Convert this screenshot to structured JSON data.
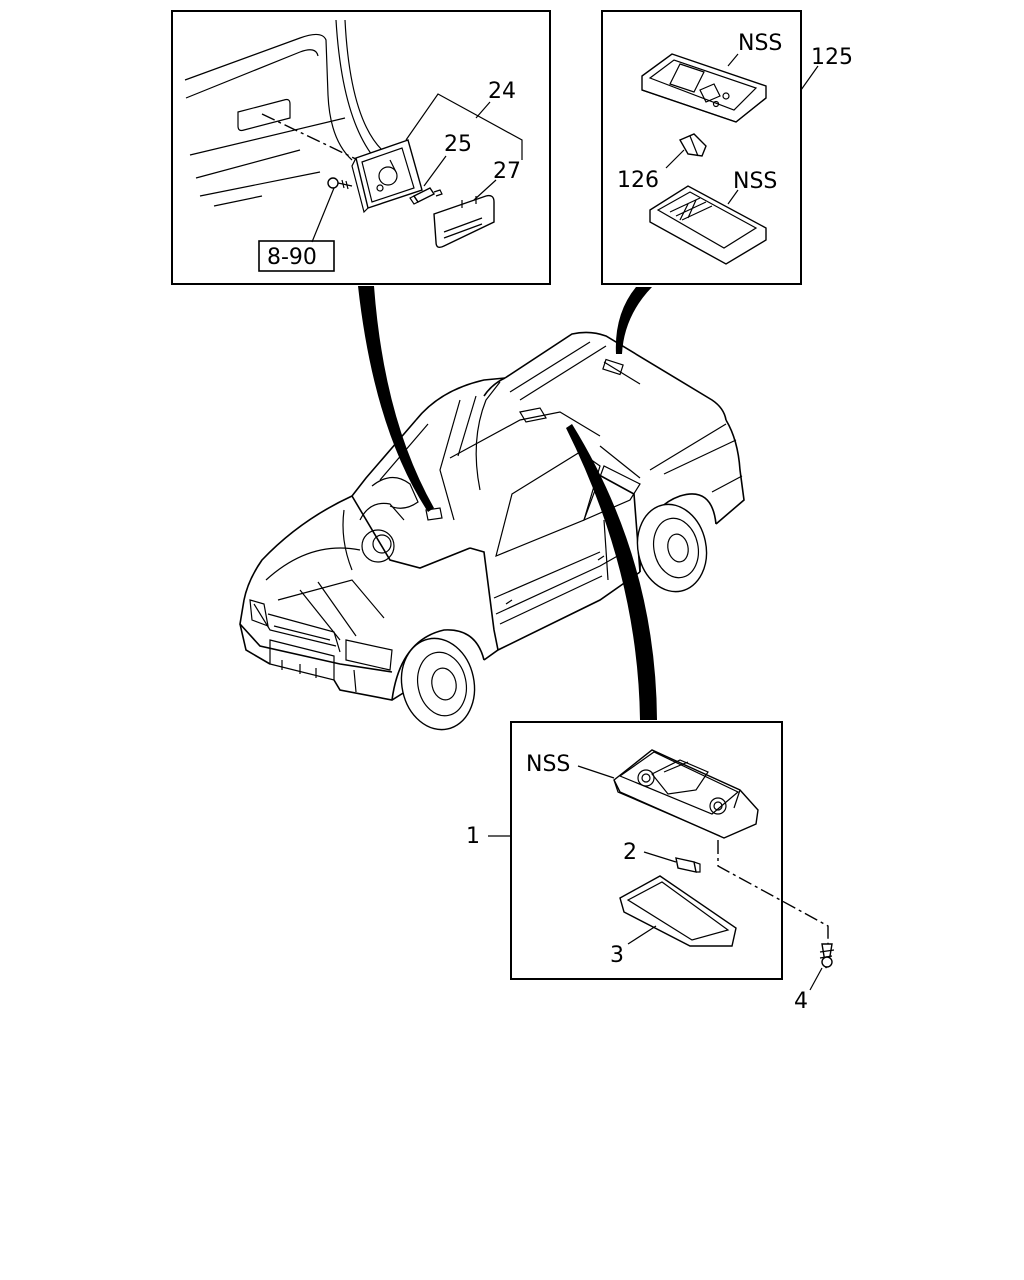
{
  "callouts": {
    "panel_top_left": {
      "p24": "24",
      "p25": "25",
      "p27": "27",
      "ref": "8-90"
    },
    "panel_top_right": {
      "p125": "125",
      "p126": "126",
      "nss_top": "NSS",
      "nss_bottom": "NSS"
    },
    "panel_bottom": {
      "p1": "1",
      "p2": "2",
      "p3": "3",
      "p4": "4",
      "nss": "NSS"
    }
  }
}
